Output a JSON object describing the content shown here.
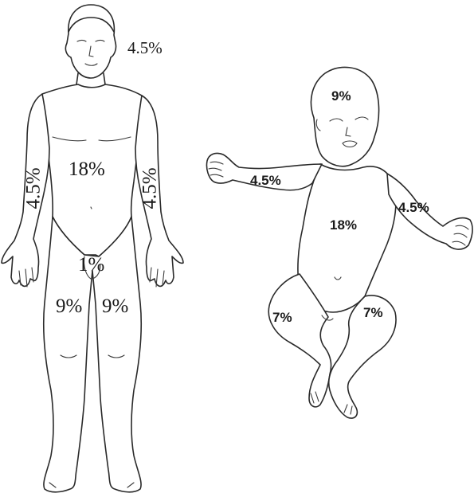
{
  "adult": {
    "head": "4.5%",
    "trunk": "18%",
    "arm_right_side": "4.5%",
    "arm_left_side": "4.5%",
    "genitals": "1%",
    "leg_right_side": "9%",
    "leg_left_side": "9%"
  },
  "infant": {
    "head": "9%",
    "trunk": "18%",
    "arm_right_side": "4.5%",
    "arm_left_side": "4.5%",
    "leg_right_side": "7%",
    "leg_left_side": "7%"
  }
}
